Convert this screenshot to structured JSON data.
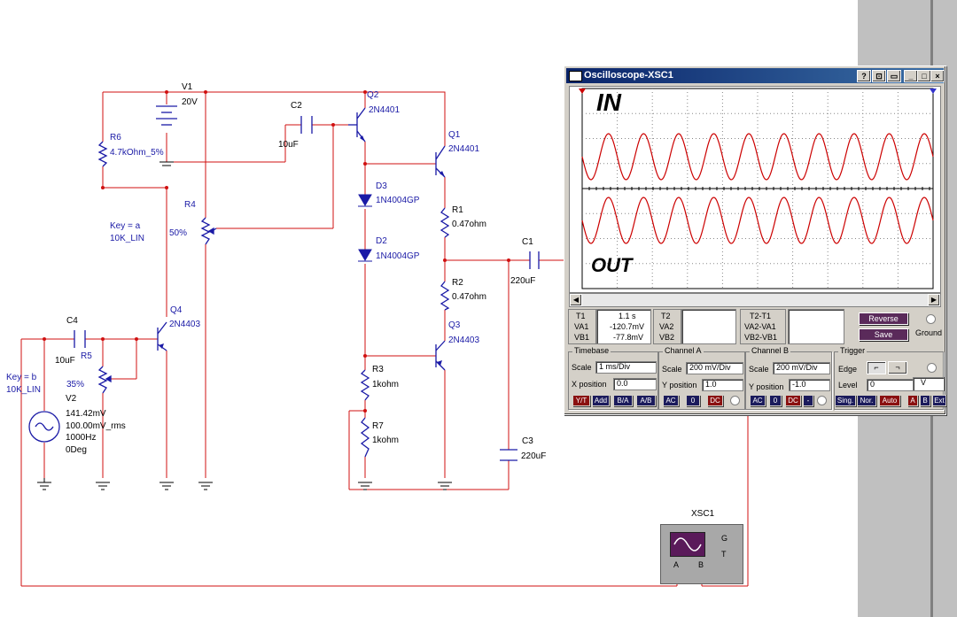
{
  "schematic": {
    "v1": {
      "name": "V1",
      "value": "20V"
    },
    "c2": {
      "name": "C2",
      "value": "10uF"
    },
    "q2": {
      "name": "Q2",
      "model": "2N4401"
    },
    "q1": {
      "name": "Q1",
      "model": "2N4401"
    },
    "r6": {
      "name": "R6",
      "value": "4.7kOhm_5%"
    },
    "r4": {
      "name": "R4",
      "wiper": "50%",
      "key": "Key = a",
      "type": "10K_LIN"
    },
    "d3": {
      "name": "D3",
      "model": "1N4004GP"
    },
    "d2": {
      "name": "D2",
      "model": "1N4004GP"
    },
    "r1": {
      "name": "R1",
      "value": "0.47ohm"
    },
    "r2": {
      "name": "R2",
      "value": "0.47ohm"
    },
    "c1": {
      "name": "C1",
      "value": "220uF"
    },
    "q4": {
      "name": "Q4",
      "model": "2N4403"
    },
    "q3": {
      "name": "Q3",
      "model": "2N4403"
    },
    "c4": {
      "name": "C4",
      "value": "10uF"
    },
    "r5": {
      "name": "R5",
      "wiper": "35%",
      "key": "Key = b",
      "type": "10K_LIN"
    },
    "v2": {
      "name": "V2",
      "line1": "141.42mV",
      "line2": "100.00mV_rms",
      "line3": "1000Hz",
      "line4": "0Deg"
    },
    "r3": {
      "name": "R3",
      "value": "1kohm"
    },
    "r7": {
      "name": "R7",
      "value": "1kohm"
    },
    "c3": {
      "name": "C3",
      "value": "220uF"
    },
    "xsc1": {
      "name": "XSC1",
      "pin_a": "A",
      "pin_b": "B",
      "pin_g": "G",
      "pin_t": "T"
    }
  },
  "oscilloscope": {
    "title": "Oscilloscope-XSC1",
    "title_buttons": [
      "?",
      "⊡",
      "▭",
      "_",
      "□",
      "×"
    ],
    "screen": {
      "label_in": "IN",
      "label_out": "OUT"
    },
    "readout": {
      "t1": "T1",
      "va1": "VA1",
      "vb1": "VB1",
      "t1_val": "1.1 s",
      "va1_val": "-120.7mV",
      "vb1_val": "-77.8mV",
      "t2": "T2",
      "va2": "VA2",
      "vb2": "VB2",
      "t21": "T2-T1",
      "va21": "VA2-VA1",
      "vb21": "VB2-VB1"
    },
    "reverse_label": "Reverse",
    "save_label": "Save",
    "ground_label": "Ground",
    "timebase": {
      "title": "Timebase",
      "scale_label": "Scale",
      "scale_value": "1 ms/Div",
      "xpos_label": "X position",
      "xpos_value": "0.0",
      "buttons": [
        "Y/T",
        "Add",
        "B/A",
        "A/B"
      ]
    },
    "channel_a": {
      "title": "Channel A",
      "scale_label": "Scale",
      "scale_value": "200 mV/Div",
      "ypos_label": "Y position",
      "ypos_value": "1.0",
      "buttons": [
        "AC",
        "0",
        "DC"
      ]
    },
    "channel_b": {
      "title": "Channel B",
      "scale_label": "Scale",
      "scale_value": "200 mV/Div",
      "ypos_label": "Y position",
      "ypos_value": "-1.0",
      "buttons": [
        "AC",
        "0",
        "DC",
        "-"
      ]
    },
    "trigger": {
      "title": "Trigger",
      "edge_label": "Edge",
      "level_label": "Level",
      "level_value": "0",
      "level_unit": "V",
      "buttons": [
        "Sing.",
        "Nor.",
        "Auto",
        "A",
        "B",
        "Ext"
      ]
    }
  },
  "colors": {
    "wire": "#d01010",
    "label": "#1a1aa6",
    "trace": "#cc0000"
  }
}
